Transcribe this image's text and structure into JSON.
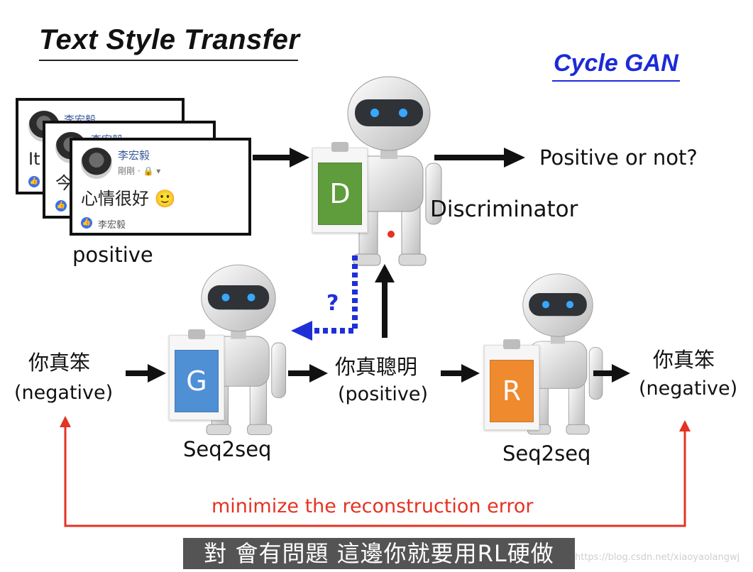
{
  "title": "Text Style Transfer",
  "subtitle": "Cycle GAN",
  "posts": {
    "back_name": "李宏毅",
    "back_text": "It",
    "mid_name": "李宏毅",
    "mid_text": "今",
    "front_name": "李宏毅",
    "front_meta": "剛剛 · 🔒 ▾",
    "front_text": "心情很好 🙂",
    "liker": "李宏毅",
    "like_symbol": "👍"
  },
  "labels": {
    "positive": "positive",
    "positive_or_not": "Positive or not?",
    "discriminator": "Discriminator",
    "question": "?",
    "input_text": "你真笨",
    "input_sentiment": "(negative)",
    "middle_text": "你真聰明",
    "middle_sentiment": "(positive)",
    "output_text": "你真笨",
    "output_sentiment": "(negative)",
    "g_caption": "Seq2seq",
    "r_caption": "Seq2seq",
    "reconstruction": "minimize the reconstruction error"
  },
  "cards": {
    "d": {
      "letter": "D",
      "color": "#5e9c3c"
    },
    "g": {
      "letter": "G",
      "color": "#4f8fd4"
    },
    "r": {
      "letter": "R",
      "color": "#ef8a2f"
    }
  },
  "colors": {
    "title_blue": "#1c2bd6",
    "dotted_blue": "#1f2fd8",
    "red": "#e43323"
  },
  "subtitle_bar": "對 會有問題 這邊你就要用RL硬做",
  "watermark": "https://blog.csdn.net/xiaoyaolangwj"
}
